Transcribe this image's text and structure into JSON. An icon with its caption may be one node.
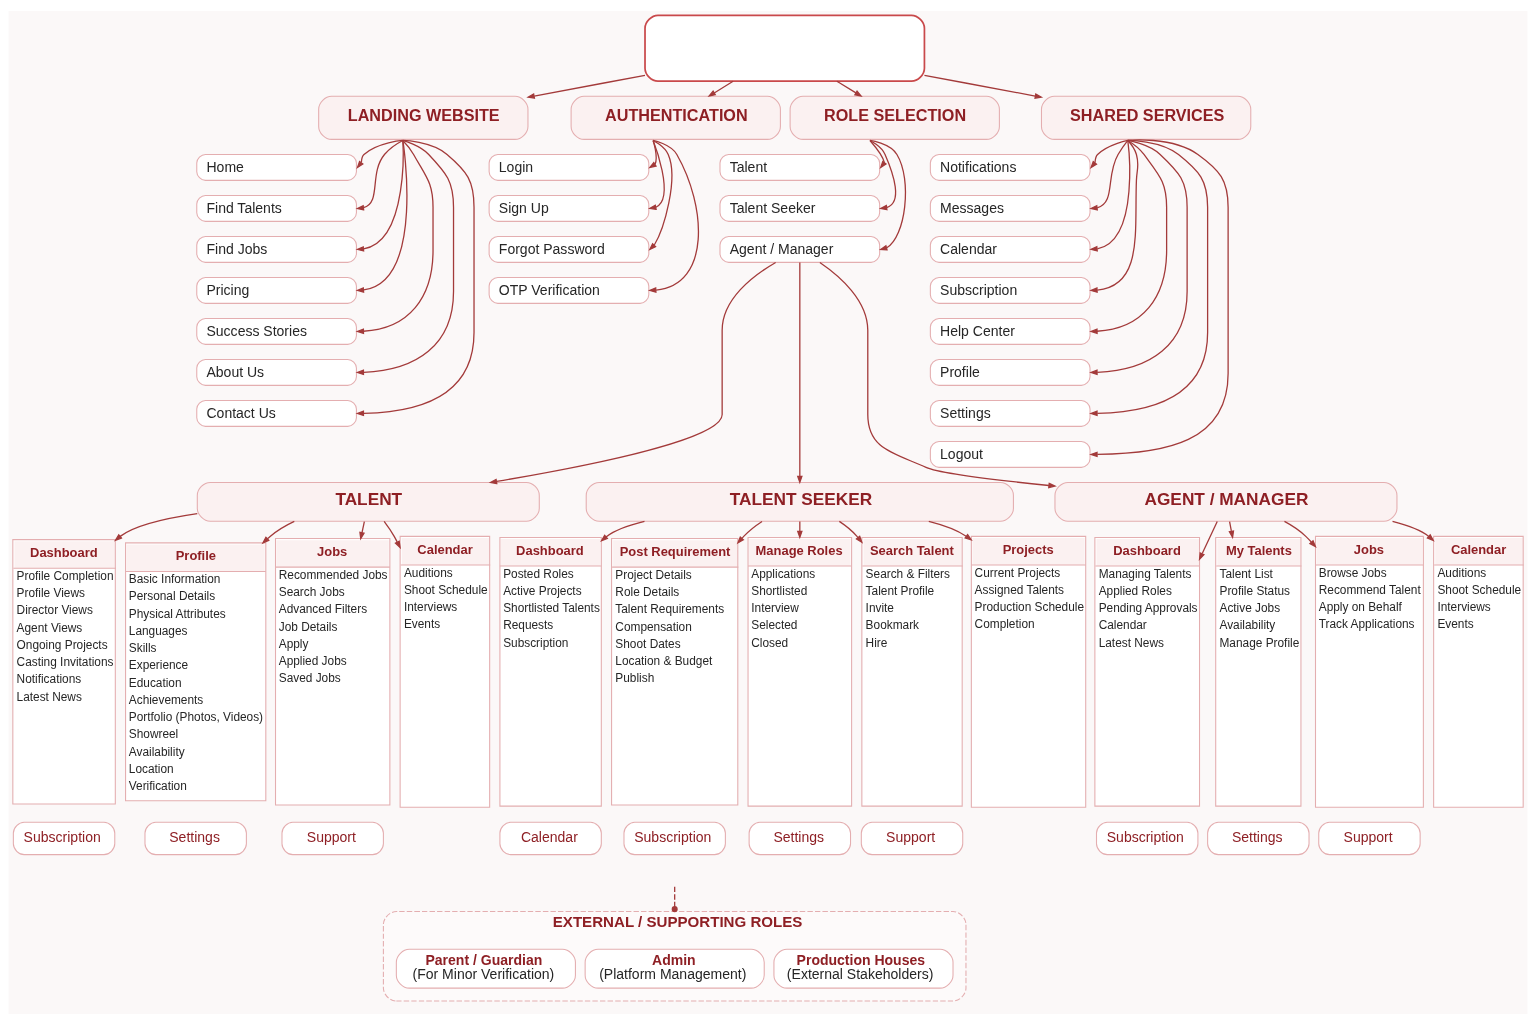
{
  "diagram": {
    "nodes": [
      {
        "text": [],
        "shape": "box"
      },
      {
        "text": [
          "LANDING WEBSITE"
        ]
      },
      {
        "text": [
          "Home"
        ]
      },
      {
        "text": [
          "Find Talents"
        ]
      },
      {
        "text": [
          "Find Jobs"
        ]
      },
      {
        "text": [
          "Pricing"
        ]
      },
      {
        "text": [
          "Success Stories"
        ]
      },
      {
        "text": [
          "About Us"
        ]
      },
      {
        "text": [
          "Contact Us"
        ]
      },
      {
        "text": [
          "AUTHENTICATION"
        ]
      },
      {
        "text": [
          "Login"
        ]
      },
      {
        "text": [
          "Sign Up"
        ]
      },
      {
        "text": [
          "Forgot Password"
        ]
      },
      {
        "text": [
          "OTP Verification"
        ]
      },
      {
        "text": [
          "ROLE SELECTION"
        ]
      },
      {
        "text": [
          "Talent"
        ]
      },
      {
        "text": [
          "Talent Seeker"
        ]
      },
      {
        "text": [
          "Agent / Manager"
        ]
      },
      {
        "text": [
          "SHARED SERVICES"
        ]
      },
      {
        "text": [
          "Notifications"
        ]
      },
      {
        "text": [
          "Messages"
        ]
      },
      {
        "text": [
          "Calendar"
        ]
      },
      {
        "text": [
          "Subscription"
        ]
      },
      {
        "text": [
          "Help Center"
        ]
      },
      {
        "text": [
          "Profile"
        ]
      },
      {
        "text": [
          "Settings"
        ]
      },
      {
        "text": [
          "Logout"
        ]
      },
      {
        "text": [
          "TALENT"
        ]
      },
      {
        "text": [
          "Dashboard",
          "Profile Completion",
          "Profile Views",
          "Director Views",
          "Agent Views",
          "Ongoing Projects",
          "Casting Invitations",
          "Notifications",
          "Latest News"
        ]
      },
      {
        "text": [
          "Profile",
          "Basic Information",
          "Personal Details",
          "Physical Attributes",
          "Languages",
          "Skills",
          "Experience",
          "Education",
          "Achievements",
          "Portfolio (Photos, Videos)",
          "Showreel",
          "Availability",
          "Location",
          "Verification"
        ]
      },
      {
        "text": [
          "Jobs",
          "Recommended Jobs",
          "Search Jobs",
          "Advanced Filters",
          "Job Details",
          "Apply",
          "Applied Jobs",
          "Saved Jobs"
        ]
      },
      {
        "text": [
          "Calendar",
          "Auditions",
          "Shoot Schedule",
          "Interviews",
          "Events"
        ]
      },
      {
        "text": [
          "Subscription"
        ]
      },
      {
        "text": [
          "Settings"
        ]
      },
      {
        "text": [
          "Support"
        ]
      },
      {
        "text": [
          "TALENT SEEKER"
        ]
      },
      {
        "text": [
          "Dashboard",
          "Posted Roles",
          "Active Projects",
          "Shortlisted Talents",
          "Requests",
          "Subscription"
        ]
      },
      {
        "text": [
          "Post Requirement",
          "Project Details",
          "Role Details",
          "Talent Requirements",
          "Compensation",
          "Shoot Dates",
          "Location & Budget",
          "Publish"
        ]
      },
      {
        "text": [
          "Manage Roles",
          "Applications",
          "Shortlisted",
          "Interview",
          "Selected",
          "Closed"
        ]
      },
      {
        "text": [
          "Search Talent",
          "Search & Filters",
          "Talent Profile",
          "Invite",
          "Bookmark",
          "Hire"
        ]
      },
      {
        "text": [
          "Projects",
          "Current Projects",
          "Assigned Talents",
          "Production Schedule",
          "Completion"
        ]
      },
      {
        "text": [
          "Calendar"
        ]
      },
      {
        "text": [
          "Subscription"
        ]
      },
      {
        "text": [
          "Settings"
        ]
      },
      {
        "text": [
          "Support"
        ]
      },
      {
        "text": [
          "AGENT / MANAGER"
        ]
      },
      {
        "text": [
          "Dashboard",
          "Managing Talents",
          "Applied Roles",
          "Pending Approvals",
          "Calendar",
          "Latest News"
        ]
      },
      {
        "text": [
          "My Talents",
          "Talent List",
          "Profile Status",
          "Active Jobs",
          "Availability",
          "Manage Profile"
        ]
      },
      {
        "text": [
          "Jobs",
          "Browse Jobs",
          "Recommend Talent",
          "Apply on Behalf",
          "Track Applications"
        ]
      },
      {
        "text": [
          "Calendar",
          "Auditions",
          "Shoot Schedule",
          "Interviews",
          "Events"
        ]
      },
      {
        "text": [
          "Subscription"
        ]
      },
      {
        "text": [
          "Settings"
        ]
      },
      {
        "text": [
          "Support"
        ]
      },
      {
        "text": [
          "EXTERNAL / SUPPORTING ROLES"
        ]
      },
      {
        "text": [
          "Parent / Guardian",
          "(For Minor Verification)"
        ],
        "in": 53
      },
      {
        "text": [
          "Admin",
          "(Platform Management)"
        ],
        "in": 53
      },
      {
        "text": [
          "Production Houses",
          "(External Stakeholders)"
        ],
        "in": 53
      }
    ],
    "edges": [
      {
        "from": 0,
        "to": 1,
        "arrow": "to"
      },
      {
        "from": 0,
        "to": 9,
        "arrow": "to"
      },
      {
        "from": 0,
        "to": 14,
        "arrow": "to"
      },
      {
        "from": 0,
        "to": 18,
        "arrow": "to"
      },
      {
        "from": 1,
        "to": 2,
        "arrow": "to"
      },
      {
        "from": 1,
        "to": 3,
        "arrow": "to"
      },
      {
        "from": 1,
        "to": 4,
        "arrow": "to"
      },
      {
        "from": 1,
        "to": 5,
        "arrow": "to"
      },
      {
        "from": 1,
        "to": 6,
        "arrow": "to"
      },
      {
        "from": 1,
        "to": 7,
        "arrow": "to"
      },
      {
        "from": 1,
        "to": 8,
        "arrow": "to"
      },
      {
        "from": 9,
        "to": 10,
        "arrow": "to"
      },
      {
        "from": 9,
        "to": 11,
        "arrow": "to"
      },
      {
        "from": 9,
        "to": 12,
        "arrow": "to"
      },
      {
        "from": 9,
        "to": 13,
        "arrow": "to"
      },
      {
        "from": 14,
        "to": 15,
        "arrow": "to"
      },
      {
        "from": 14,
        "to": 16,
        "arrow": "to"
      },
      {
        "from": 14,
        "to": 17,
        "arrow": "to"
      },
      {
        "from": 18,
        "to": 19,
        "arrow": "to"
      },
      {
        "from": 18,
        "to": 20,
        "arrow": "to"
      },
      {
        "from": 18,
        "to": 21,
        "arrow": "to"
      },
      {
        "from": 18,
        "to": 22,
        "arrow": "to"
      },
      {
        "from": 18,
        "to": 23,
        "arrow": "to"
      },
      {
        "from": 18,
        "to": 24,
        "arrow": "to"
      },
      {
        "from": 18,
        "to": 25,
        "arrow": "to"
      },
      {
        "from": 18,
        "to": 26,
        "arrow": "to"
      },
      {
        "from": 17,
        "to": 27,
        "arrow": "to"
      },
      {
        "from": 17,
        "to": 35,
        "arrow": "to"
      },
      {
        "from": 17,
        "to": 45,
        "arrow": "to"
      },
      {
        "from": 27,
        "to": 28,
        "arrow": "to"
      },
      {
        "from": 27,
        "to": 29,
        "arrow": "to"
      },
      {
        "from": 27,
        "to": 30,
        "arrow": "to"
      },
      {
        "from": 27,
        "to": 31,
        "arrow": "to"
      },
      {
        "from": 35,
        "to": 36,
        "arrow": "to"
      },
      {
        "from": 35,
        "to": 37,
        "arrow": "to"
      },
      {
        "from": 35,
        "to": 38,
        "arrow": "to"
      },
      {
        "from": 35,
        "to": 39,
        "arrow": "to"
      },
      {
        "from": 35,
        "to": 40,
        "arrow": "to"
      },
      {
        "from": 45,
        "to": 46,
        "arrow": "to"
      },
      {
        "from": 45,
        "to": 47,
        "arrow": "to"
      },
      {
        "from": 45,
        "to": 48,
        "arrow": "to"
      },
      {
        "from": 45,
        "to": 49,
        "arrow": "to"
      },
      {
        "from": null,
        "to": 53,
        "arrow": "other",
        "style": "dashed"
      }
    ]
  }
}
